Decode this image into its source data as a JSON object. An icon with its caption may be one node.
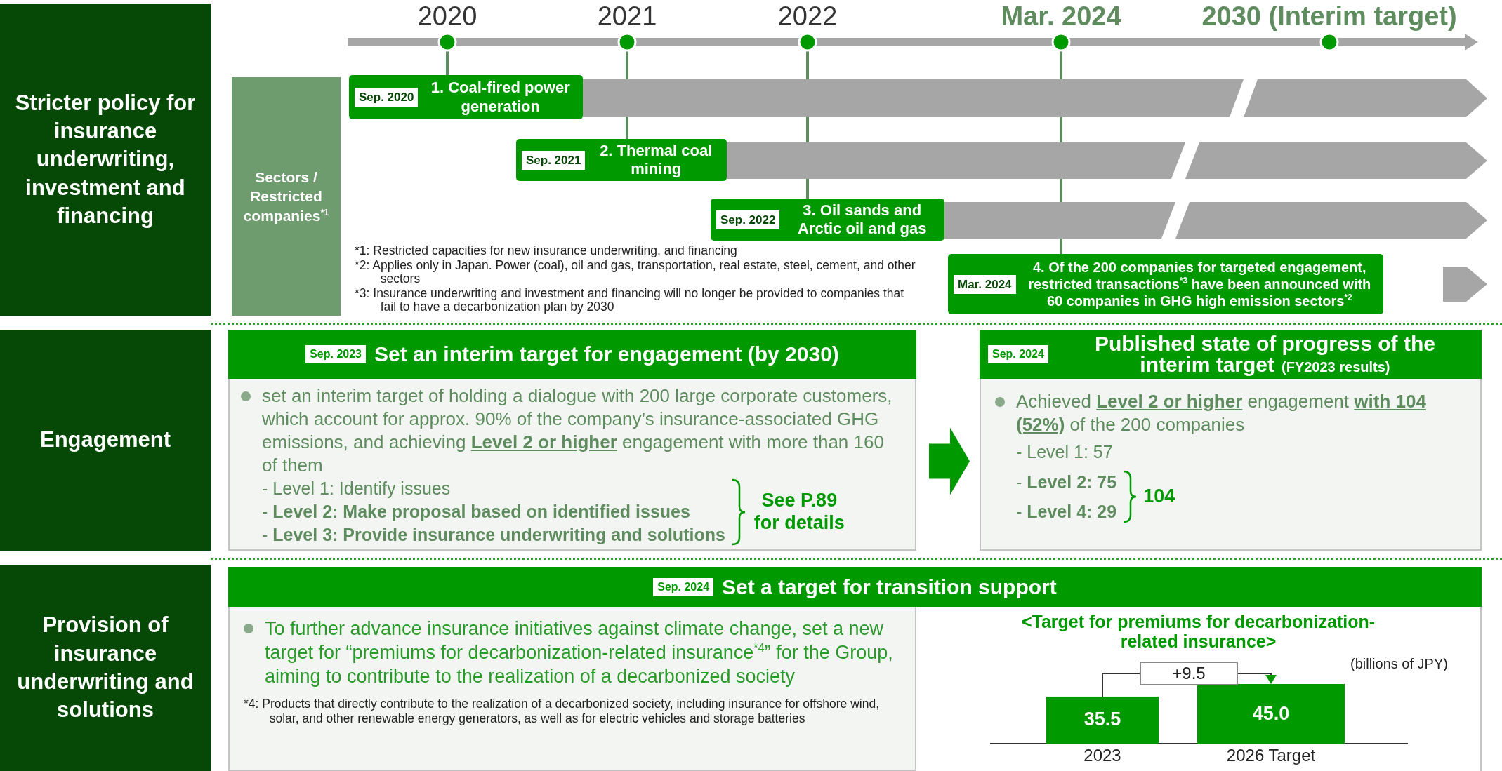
{
  "diagram": {
    "nodes": [
      {
        "text": [
          "Stricter policy for insurance underwriting, investment and financing"
        ]
      },
      {
        "text": [
          "Sectors / Restricted companies$^{*1}$"
        ]
      },
      {
        "text": [
          "Sep. 2020",
          "1. Coal-fired power generation"
        ]
      },
      {
        "text": [
          "Sep. 2021",
          "2. Thermal coal mining"
        ]
      },
      {
        "text": [
          "Sep. 2022",
          "3. Oil sands and Arctic oil and gas"
        ]
      },
      {
        "text": [
          "Mar. 2024",
          "4. Of the 200 companies for targeted engagement, restricted transactions$^{*3}$ have been announced with 60 companies in GHG high emission sectors$^{*2}$"
        ]
      },
      {
        "text": [
          "Engagement"
        ]
      },
      {
        "text": [
          "Sep. 2023",
          "Set an interim target for engagement (by 2030)",
          "set an interim target of holding a dialogue with 200 large corporate customers, which account for approx. 90% of the company’s insurance-associated GHG emissions, and achieving **Level 2 or higher** engagement with more than 160 of them",
          "- Level 1: Identify issues",
          "- **Level 2: Make proposal based on identified issues**",
          "- **Level 3: Provide insurance underwriting and solutions**",
          "See P.89 for details"
        ]
      },
      {
        "text": [
          "Sep. 2024",
          "Published state of progress of the interim target",
          "(FY2023 results)",
          "Achieved **Level 2 or higher** engagement **with 104 (52%)** of the 200 companies",
          "- Level 1: 57",
          "- **Level 2: 75**",
          "- **Level 4: 29**",
          "104"
        ]
      },
      {
        "text": [
          "Provision of insurance underwriting and solutions"
        ]
      },
      {
        "text": [
          "Sep. 2024",
          "Set a target for transition support",
          "To further advance insurance initiatives against climate change, set a new target for “premiums for decarbonization-related insurance$^{*4}$” for the Group, aiming to contribute to the realization of a decarbonized society",
          "*4: Products that directly contribute to the realization of a decarbonized society, including insurance for offshore wind, solar, and other renewable energy generators, as well as for electric vehicles and storage batteries"
        ]
      },
      {
        "text": [],
        "shape": "bar"
      },
      {
        "text": [],
        "shape": "bar"
      },
      {
        "text": [],
        "shape": "bar"
      },
      {
        "text": [],
        "shape": "bar"
      }
    ],
    "edges": [
      {
        "from": 7,
        "to": 8,
        "arrow": "to"
      }
    ],
    "labels": [
      "2020",
      "2021",
      "2022",
      "Mar. 2024",
      "2030 (Interim target)",
      "*1: Restricted capacities for new insurance underwriting, and financing",
      "*2: Applies only in Japan. Power (coal), oil and gas, transportation, real estate, steel, cement, and other sectors",
      "*3: Insurance underwriting and investment and financing will no longer be provided to companies that fail to have a decarbonization plan by 2030"
    ],
    "chart_data": {
      "type": "bar",
      "title": "<Target for premiums for decarbonization-related insurance>",
      "ylabel": "(billions of JPY)",
      "categories": [
        "2023",
        "2026 Target"
      ],
      "values": [
        35.5,
        45.0
      ],
      "data_labels": true,
      "value_labels": [
        "35.5",
        "45.0"
      ],
      "annotations": [
        "+9.5"
      ]
    }
  }
}
